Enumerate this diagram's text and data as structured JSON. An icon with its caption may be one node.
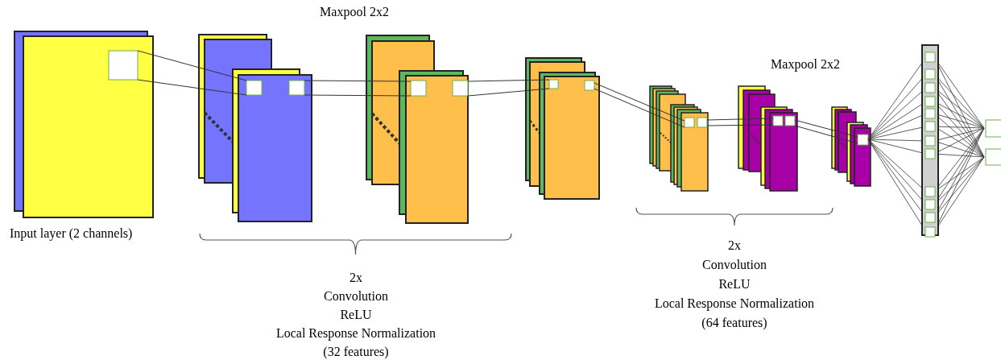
{
  "diagram": {
    "labels": [
      "Maxpool 2x2",
      "Maxpool 2x2",
      "Input layer (2 channels)",
      "2x",
      "Convolution",
      "ReLU",
      "Local Response Normalization",
      "(32 features)",
      "2x",
      "Convolution",
      "ReLU",
      "Local Response Normalization",
      "(64 features)"
    ]
  }
}
